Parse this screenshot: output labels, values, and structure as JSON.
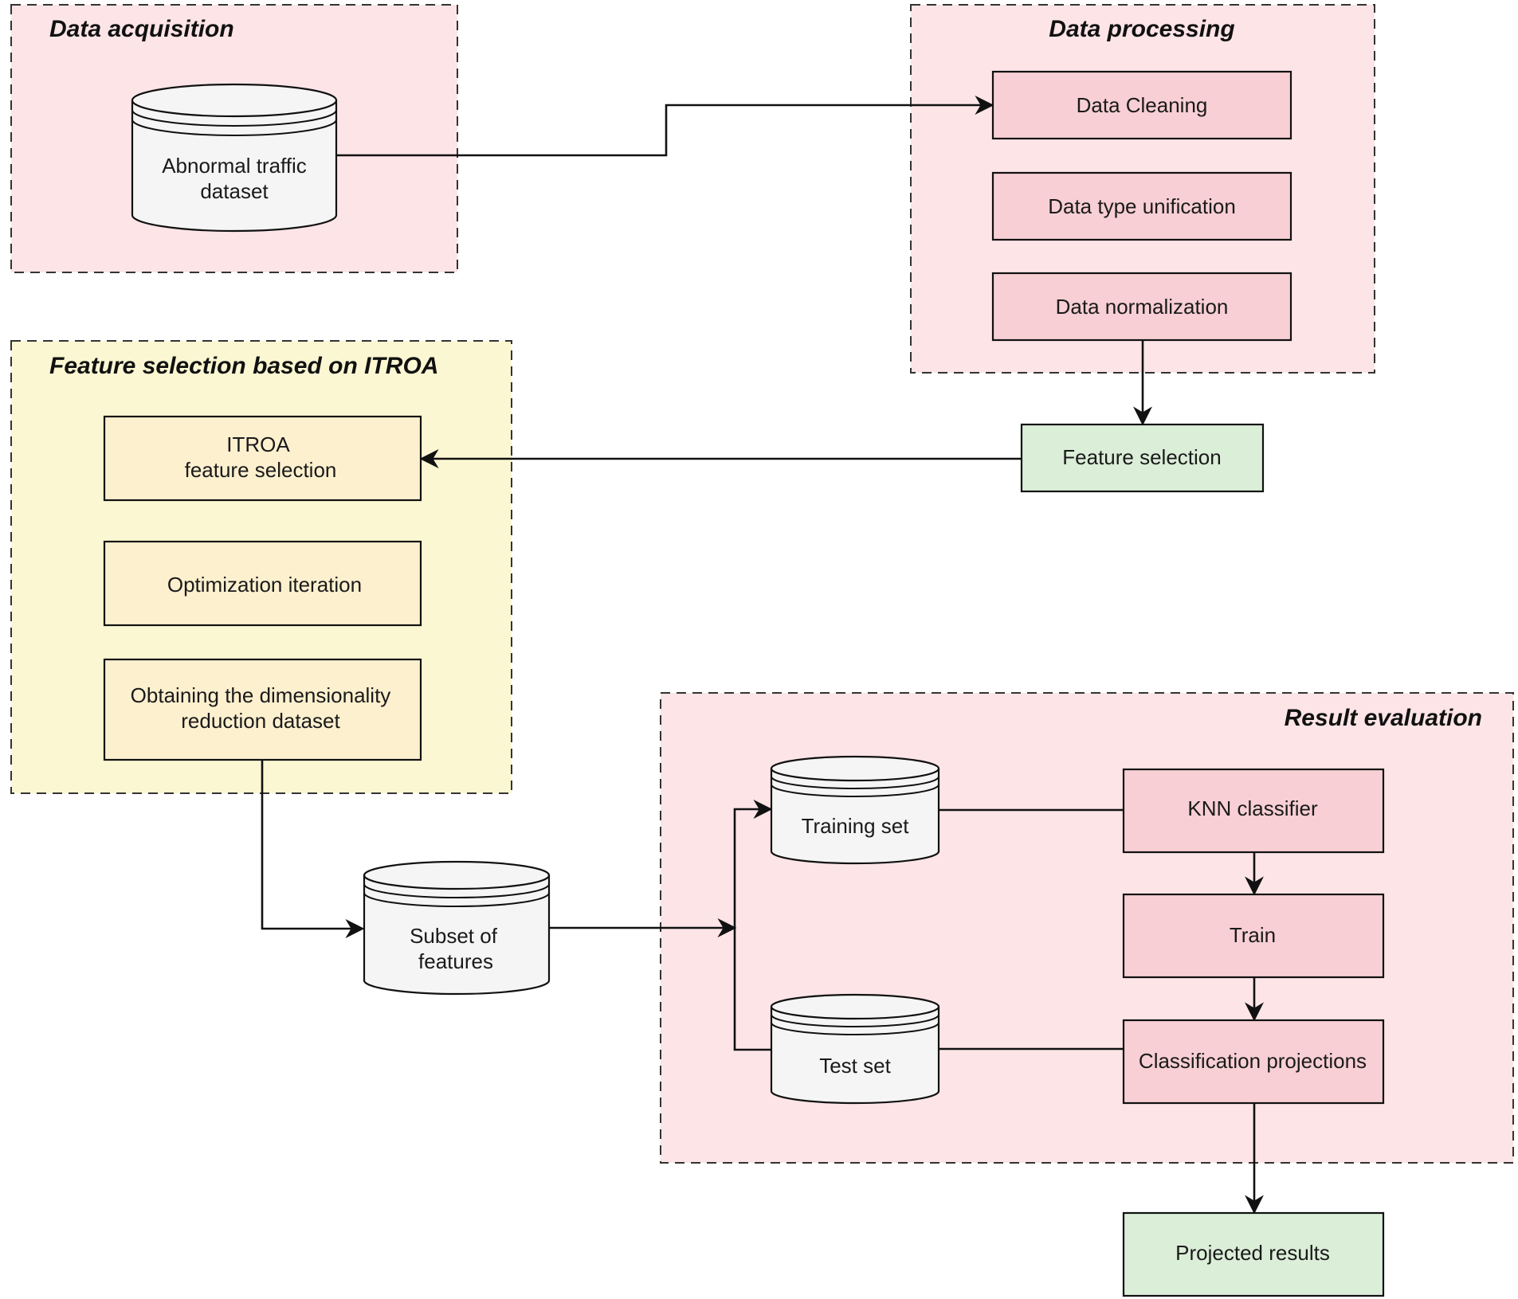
{
  "groups": {
    "acquisition": "Data acquisition",
    "processing": "Data processing",
    "feature_itroa": "Feature selection based on ITROA",
    "evaluation": "Result evaluation"
  },
  "nodes": {
    "abnormal_dataset": [
      "Abnormal traffic",
      "dataset"
    ],
    "data_cleaning": "Data Cleaning",
    "data_type_unification": "Data type unification",
    "data_normalization": "Data normalization",
    "feature_selection": "Feature selection",
    "itroa_feature_selection": [
      "ITROA",
      "feature selection"
    ],
    "optimization_iteration": "Optimization iteration",
    "dimensionality_reduction": [
      "Obtaining the dimensionality",
      "reduction dataset"
    ],
    "subset_of_features": [
      "Subset of",
      "features"
    ],
    "training_set": "Training set",
    "test_set": "Test set",
    "knn_classifier": "KNN classifier",
    "train": "Train",
    "classification_projections": "Classification projections",
    "projected_results": "Projected results"
  },
  "colors": {
    "pink_group": "#fce4e7",
    "yellow_group": "#fbf7d2",
    "pink_node": "#f7cfd4",
    "yellow_node": "#fdf0cf",
    "green_node": "#dbeed8",
    "cylinder": "#f5f5f5",
    "stroke": "#111111"
  }
}
